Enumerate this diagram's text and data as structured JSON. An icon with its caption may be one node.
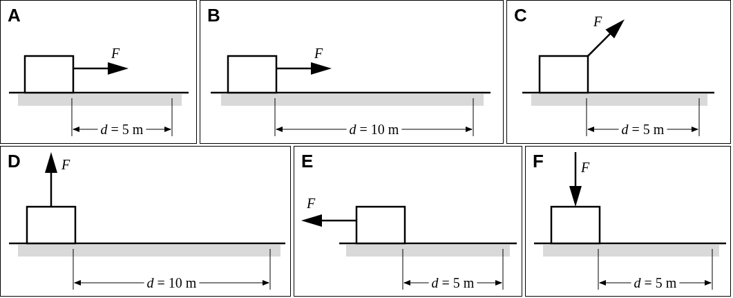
{
  "diagram": {
    "nodes": [
      {
        "text": [
          "A"
        ]
      },
      {
        "text": [
          "B"
        ]
      },
      {
        "text": [
          "C"
        ]
      },
      {
        "text": [
          "D"
        ]
      },
      {
        "text": [
          "E"
        ]
      },
      {
        "text": [
          "F"
        ]
      }
    ],
    "labels": [
      "F",
      "*d* = 5 m",
      "F",
      "*d* = 10 m",
      "F",
      "*d* = 5 m",
      "F",
      "*d* = 10 m",
      "F",
      "*d* = 5 m",
      "F",
      "*d* = 5 m"
    ]
  }
}
